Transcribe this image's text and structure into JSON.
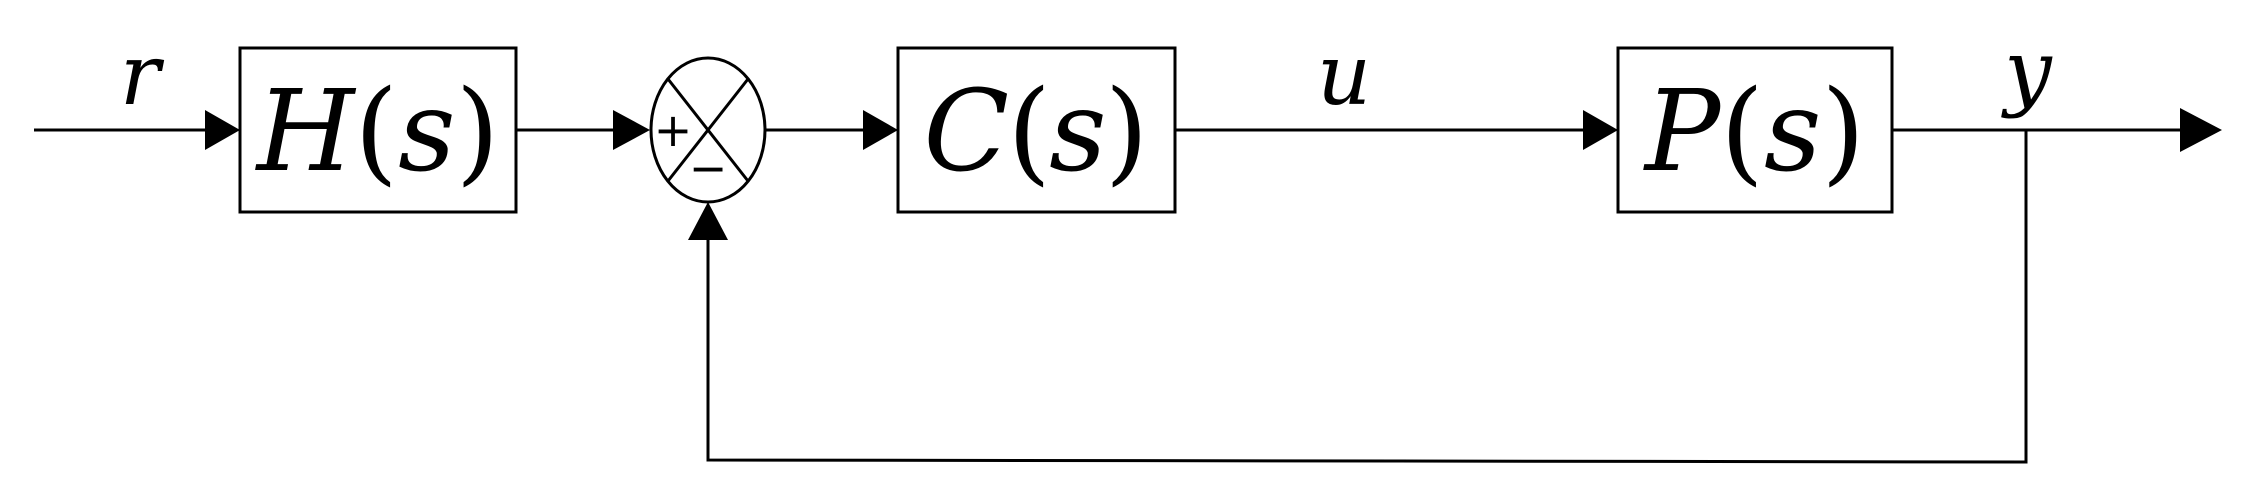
{
  "signals": {
    "input": "r",
    "control": "u",
    "output": "y"
  },
  "blocks": {
    "prefilter": {
      "name": "H",
      "open": "(",
      "arg": "s",
      "close": ")"
    },
    "controller": {
      "name": "C",
      "open": "(",
      "arg": "s",
      "close": ")"
    },
    "plant": {
      "name": "P",
      "open": "(",
      "arg": "s",
      "close": ")"
    }
  },
  "summing_junction": {
    "plus_sign": "+",
    "minus_sign": "−"
  }
}
